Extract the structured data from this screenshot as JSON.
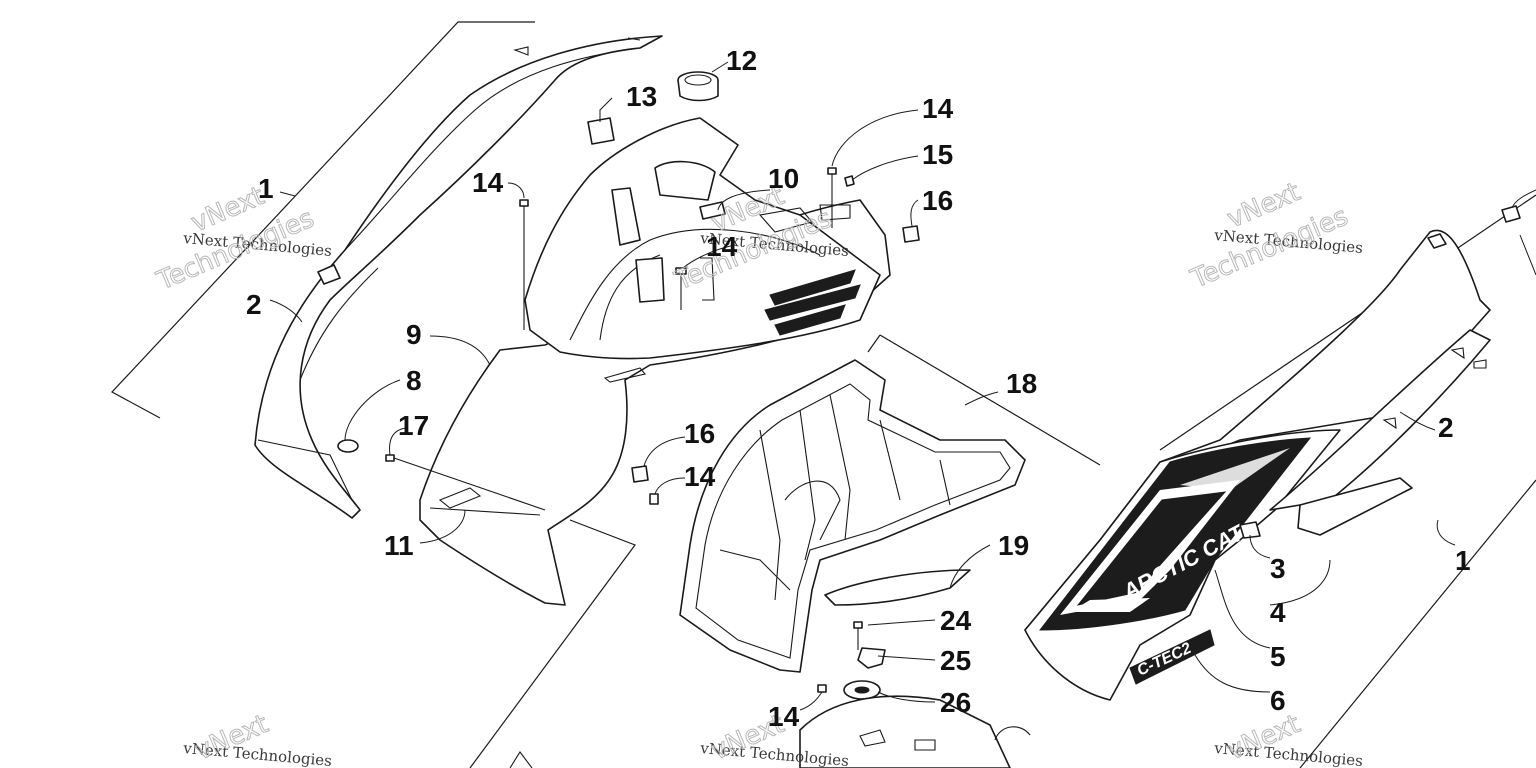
{
  "diagram": {
    "callouts": [
      {
        "id": "c1",
        "label": "1"
      },
      {
        "id": "c2",
        "label": "2"
      },
      {
        "id": "c3",
        "label": "3"
      },
      {
        "id": "c4",
        "label": "4"
      },
      {
        "id": "c5",
        "label": "5"
      },
      {
        "id": "c6",
        "label": "6"
      },
      {
        "id": "c7",
        "label": "8"
      },
      {
        "id": "c8",
        "label": "9"
      },
      {
        "id": "c9",
        "label": "10"
      },
      {
        "id": "c10",
        "label": "11"
      },
      {
        "id": "c11",
        "label": "12"
      },
      {
        "id": "c12",
        "label": "13"
      },
      {
        "id": "c13",
        "label": "14"
      },
      {
        "id": "c14",
        "label": "15"
      },
      {
        "id": "c15",
        "label": "16"
      },
      {
        "id": "c16",
        "label": "17"
      },
      {
        "id": "c17",
        "label": "18"
      },
      {
        "id": "c18",
        "label": "19"
      },
      {
        "id": "c19",
        "label": "24"
      },
      {
        "id": "c20",
        "label": "25"
      },
      {
        "id": "c21",
        "label": "26"
      }
    ],
    "decal_text": "ARCTIC CAT",
    "badge_text": "C-TEC2",
    "watermark": {
      "line": "vNext Technologies",
      "word1": "vNext",
      "word2": "Technologies"
    }
  }
}
